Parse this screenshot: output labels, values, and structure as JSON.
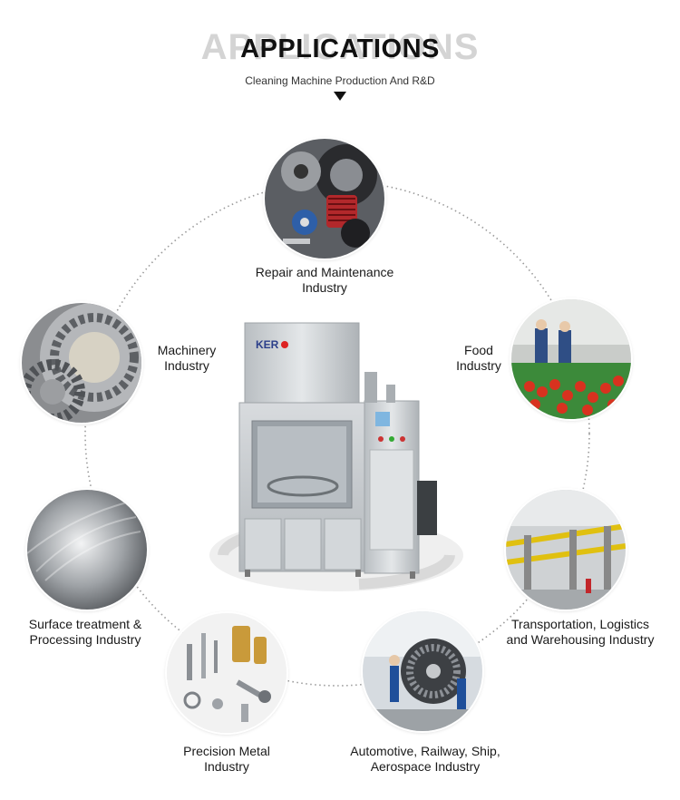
{
  "header": {
    "ghost_title": "APPLICATIONS",
    "title": "APPLICATIONS",
    "subtitle": "Cleaning Machine Production And R&D"
  },
  "machine": {
    "logo_text": "KER"
  },
  "industries": [
    {
      "line1": "Repair and Maintenance",
      "line2": "Industry"
    },
    {
      "line1": "Food",
      "line2": "Industry"
    },
    {
      "line1": "Machinery",
      "line2": "Industry"
    },
    {
      "line1": "Transportation, Logistics",
      "line2": "and Warehousing Industry"
    },
    {
      "line1": "Surface treatment &",
      "line2": "Processing Industry"
    },
    {
      "line1": "Automotive, Railway, Ship,",
      "line2": "Aerospace Industry"
    },
    {
      "line1": "Precision Metal",
      "line2": "Industry"
    }
  ],
  "colors": {
    "title": "#111111",
    "ghost_title": "#d4d4d4",
    "ring": "#9a9a9a",
    "machine_steel": "#c9cdd0"
  }
}
